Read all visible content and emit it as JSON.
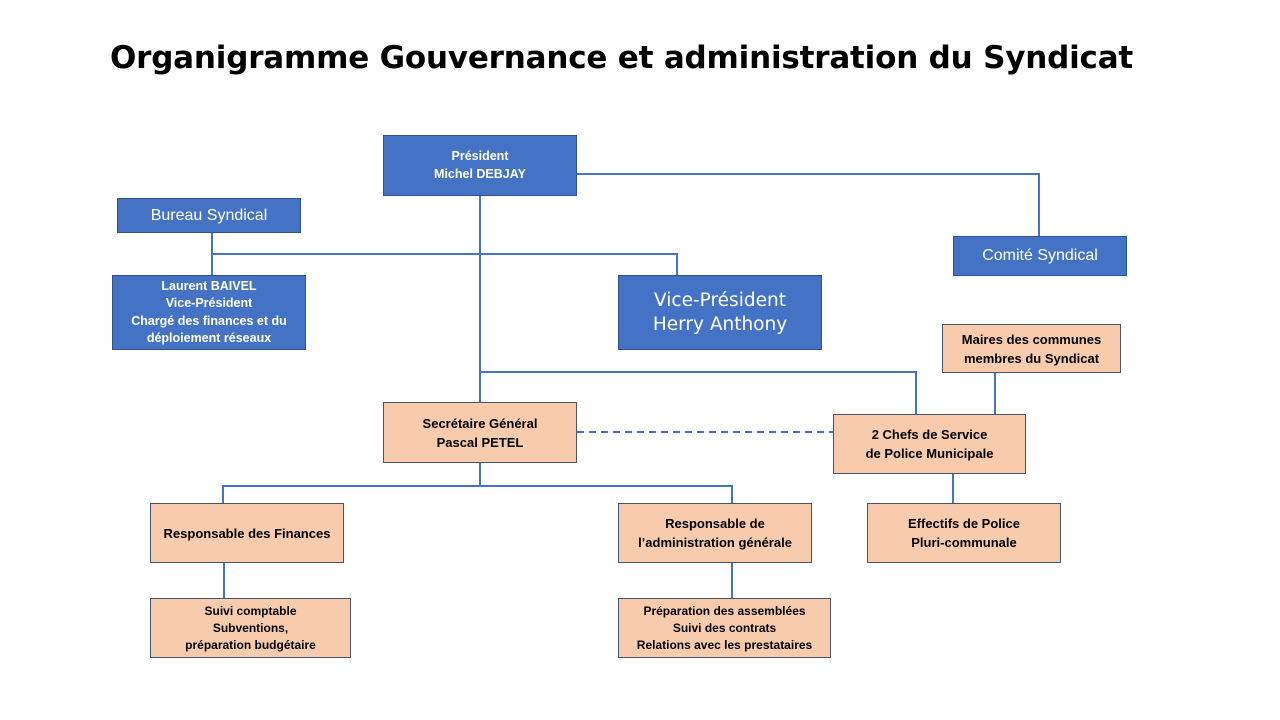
{
  "title": "Organigramme Gouvernance et administration du Syndicat",
  "colors": {
    "blue": "#4472c4",
    "peach": "#f8cbad",
    "line": "#4472c4"
  },
  "boxes": {
    "president": [
      "Président",
      "Michel DEBJAY"
    ],
    "bureau": [
      "Bureau Syndical"
    ],
    "comite": [
      "Comité Syndical"
    ],
    "baivel": [
      "Laurent BAIVEL",
      "Vice-Président",
      "Chargé des finances et du",
      "déploiement réseaux"
    ],
    "vp_herry": [
      "Vice-Président",
      "Herry Anthony"
    ],
    "maires": [
      "Maires des communes",
      "membres du Syndicat"
    ],
    "secretaire": [
      "Secrétaire Général",
      "Pascal PETEL"
    ],
    "chefs": [
      "2 Chefs de Service",
      "de Police Municipale"
    ],
    "finances": [
      "Responsable des Finances"
    ],
    "admin": [
      "Responsable de",
      "l’administration générale"
    ],
    "effectifs": [
      "Effectifs de Police",
      "Pluri-communale"
    ],
    "suivi": [
      "Suivi comptable",
      "Subventions,",
      "préparation budgétaire"
    ],
    "preparation": [
      "Préparation des assemblées",
      "Suivi des contrats",
      "Relations avec les prestataires"
    ]
  }
}
